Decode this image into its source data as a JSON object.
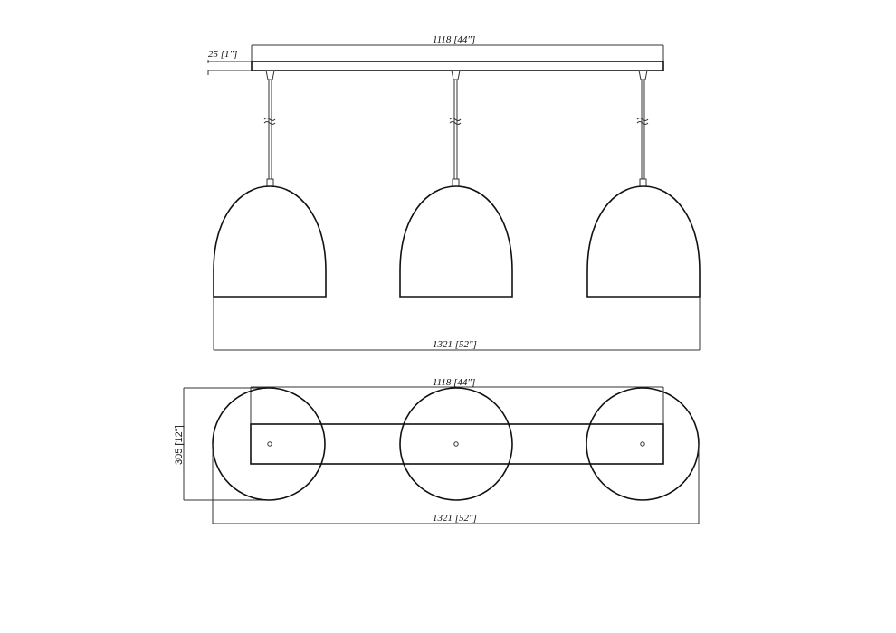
{
  "drawing": {
    "type": "technical dimension drawing",
    "subject": "3-light linear pendant",
    "colors": {
      "line": "#111111",
      "background": "#ffffff"
    }
  },
  "front_view": {
    "canopy_length_label": "1118 [44\"]",
    "canopy_height_label": "25 [1\"]",
    "overall_width_label": "1321 [52\"]",
    "pendant_count": 3
  },
  "top_view": {
    "canopy_length_label": "1118 [44\"]",
    "shade_diameter_label": "305 [12\"]",
    "overall_width_label": "1321 [52\"]",
    "pendant_count": 3
  }
}
